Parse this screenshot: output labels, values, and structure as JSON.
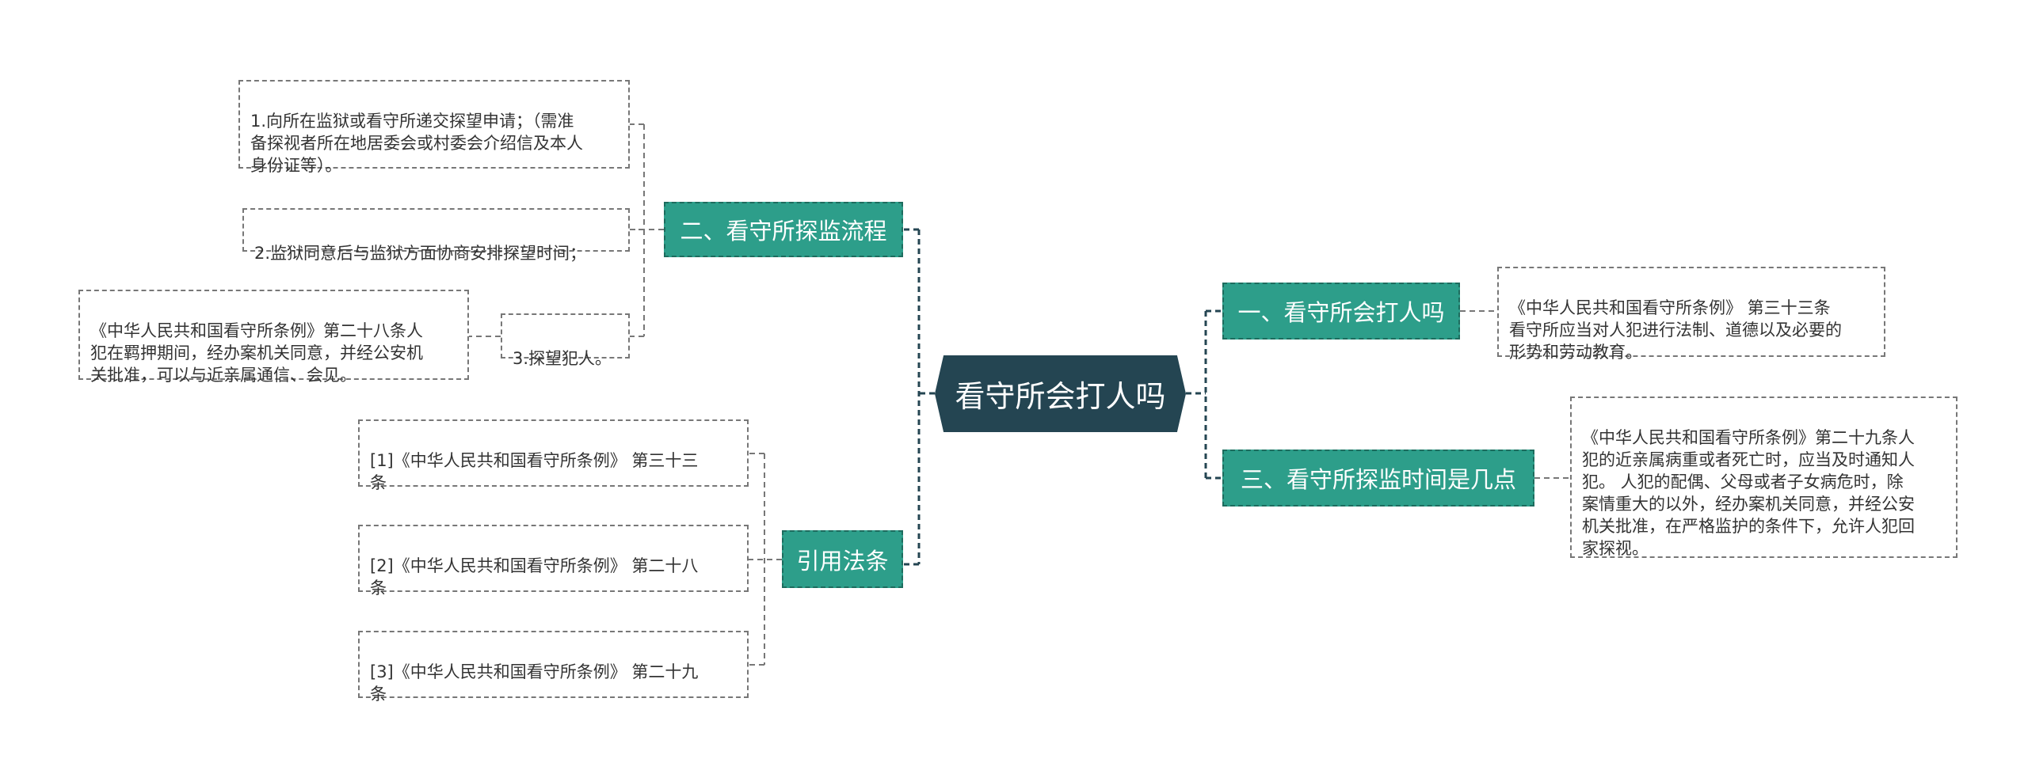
{
  "center": {
    "title": "看守所会打人吗"
  },
  "colors": {
    "center": "#244552",
    "branch": "#2d9e8a",
    "line": "#244552"
  },
  "branches": {
    "b1": {
      "label": "二、看守所探监流程",
      "leaves": [
        "1.向所在监狱或看守所递交探望申请；（需准\n备探视者所在地居委会或村委会介绍信及本人\n身份证等）。",
        "2.监狱同意后与监狱方面协商安排探望时间；",
        "3.探望犯人。"
      ],
      "subleaf": "《中华人民共和国看守所条例》第二十八条人\n犯在羁押期间，经办案机关同意，并经公安机\n关批准，可以与近亲属通信、会见。"
    },
    "b2": {
      "label": "引用法条",
      "leaves": [
        "[1]《中华人民共和国看守所条例》 第三十三\n条",
        "[2]《中华人民共和国看守所条例》 第二十八\n条",
        "[3]《中华人民共和国看守所条例》 第二十九\n条"
      ]
    },
    "b3": {
      "label": "一、看守所会打人吗",
      "leaf": "《中华人民共和国看守所条例》 第三十三条\n看守所应当对人犯进行法制、道德以及必要的\n形势和劳动教育。"
    },
    "b4": {
      "label": "三、看守所探监时间是几点",
      "leaf": "《中华人民共和国看守所条例》第二十九条人\n犯的近亲属病重或者死亡时，应当及时通知人\n犯。 人犯的配偶、父母或者子女病危时，除\n案情重大的以外，经办案机关同意，并经公安\n机关批准，在严格监护的条件下，允许人犯回\n家探视。"
    }
  }
}
